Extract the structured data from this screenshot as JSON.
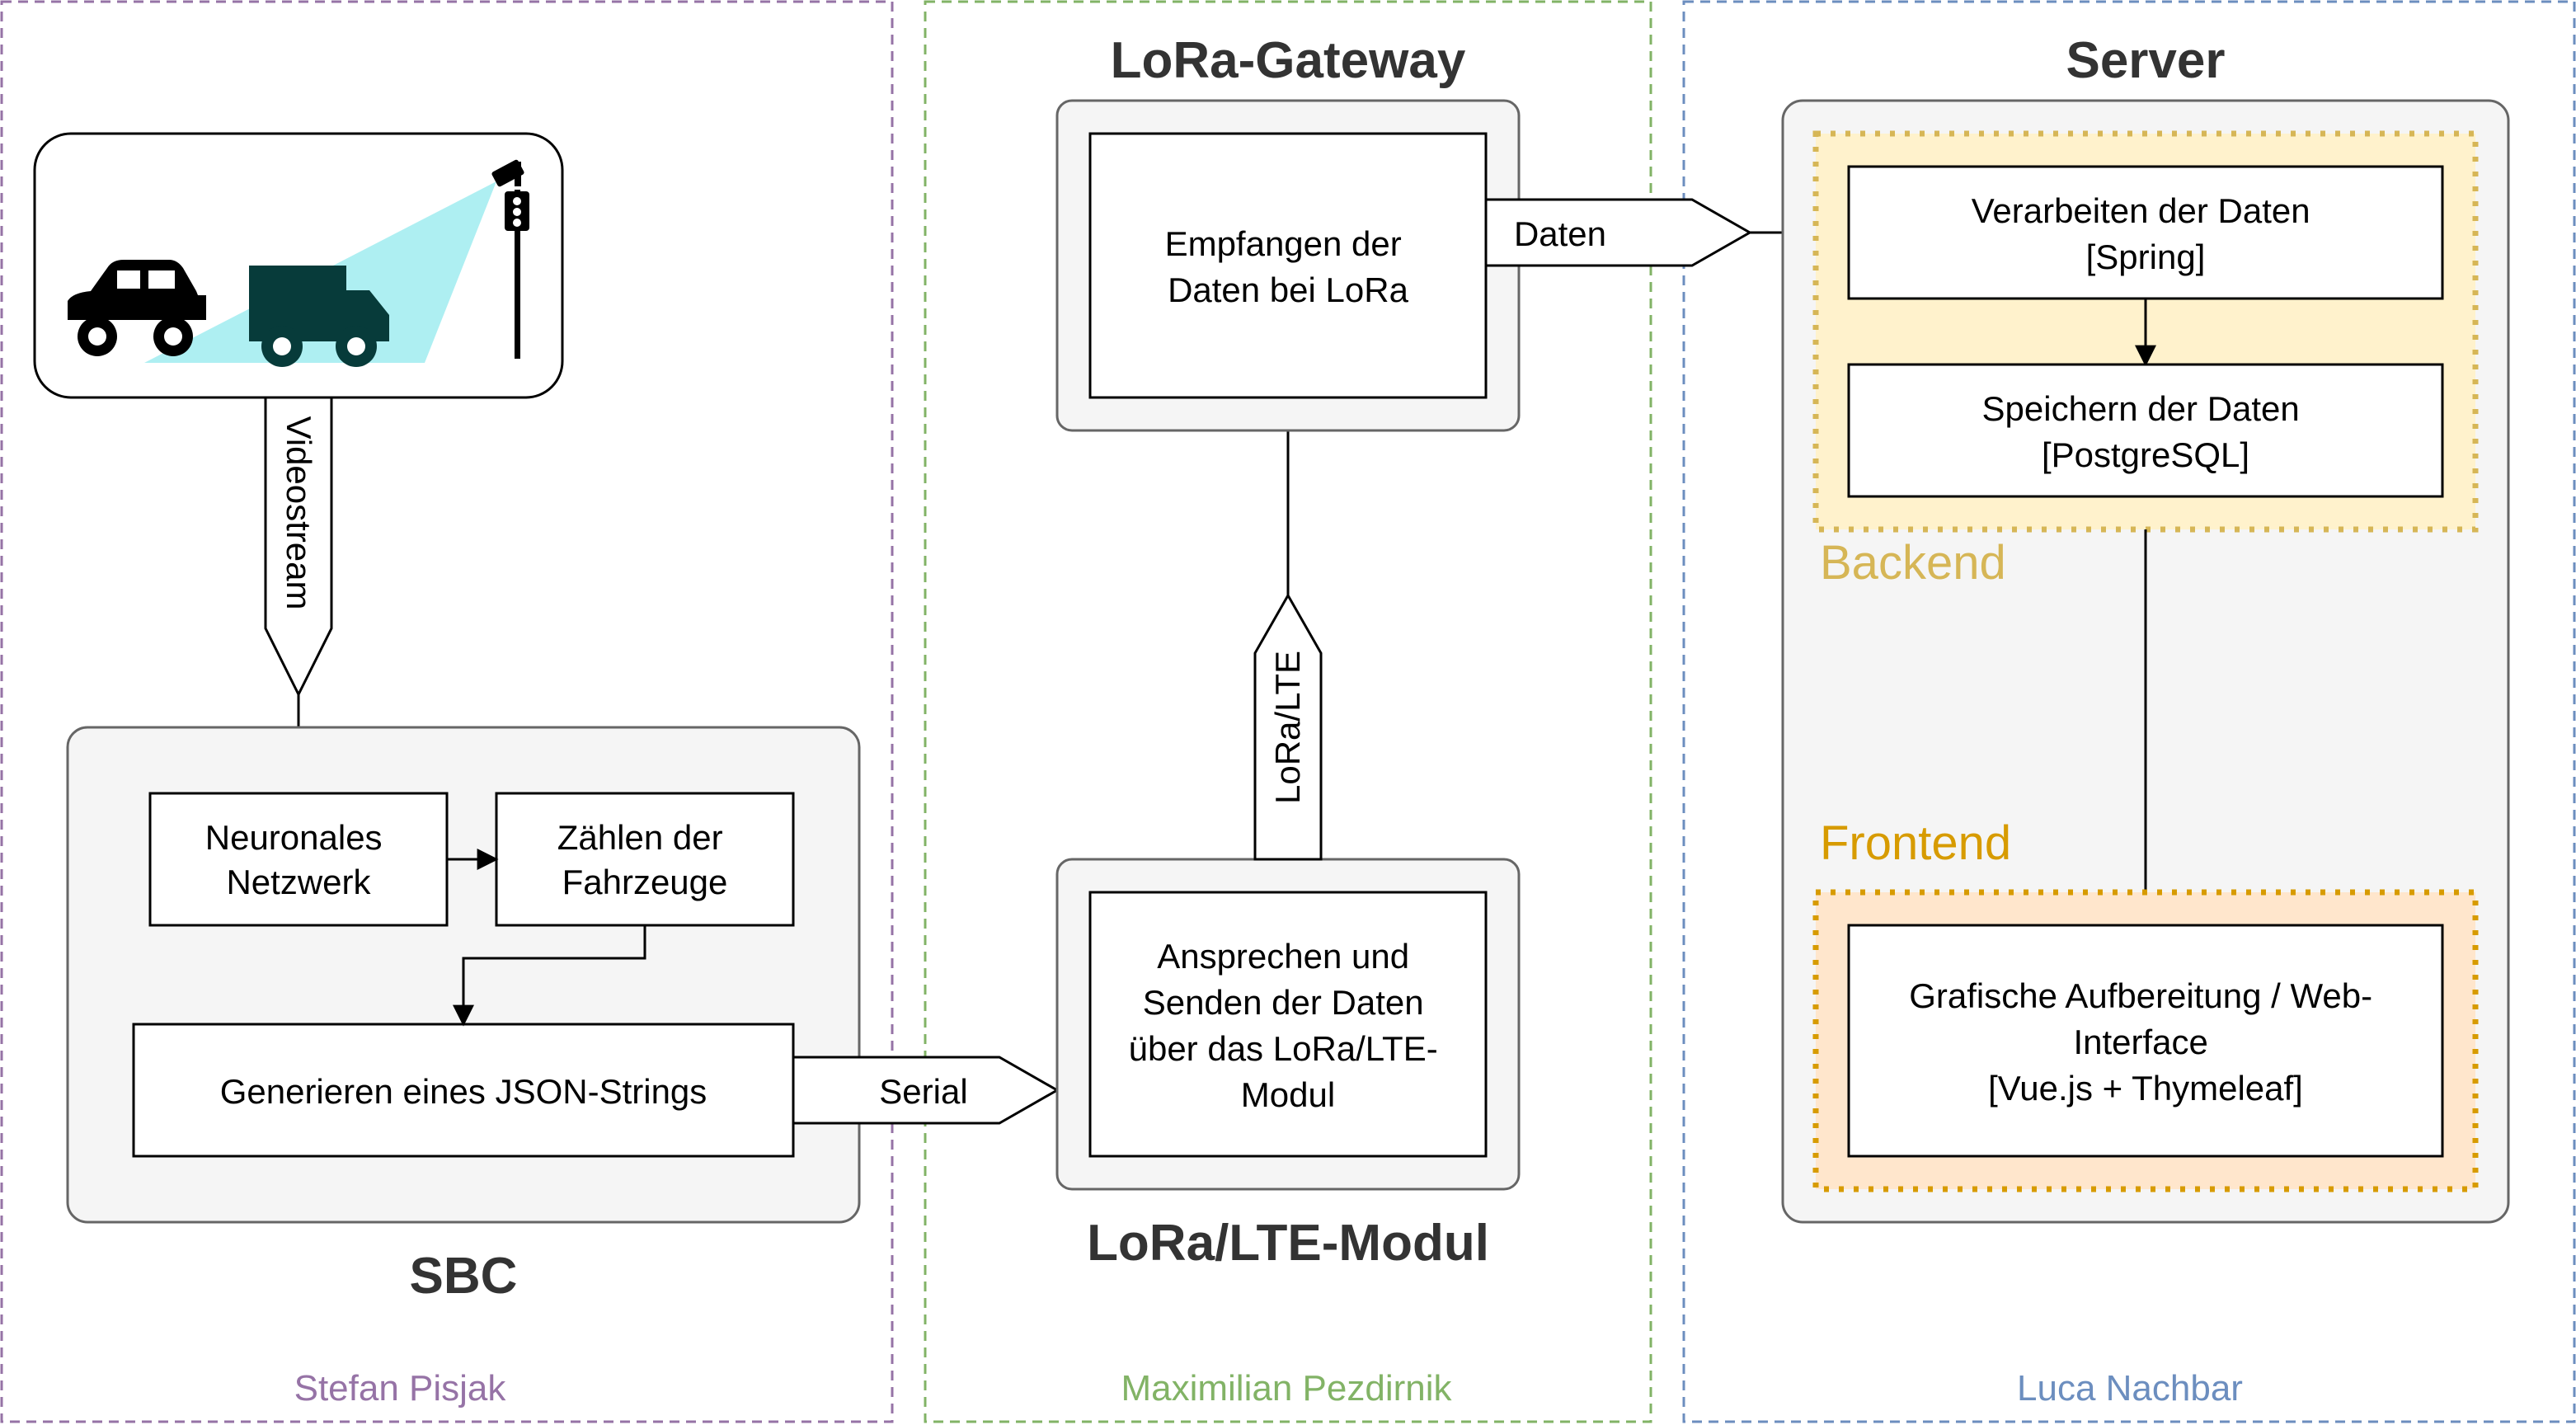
{
  "colors": {
    "lane_stefan": "#9673a6",
    "lane_maximilian": "#82b366",
    "lane_luca": "#6c8ebf",
    "backend": "#d6b656",
    "frontend": "#d79b00",
    "backend_fill": "#fff2cc",
    "frontend_fill": "#ffe6cc",
    "camera_beam": "#aeeff2"
  },
  "lanes": {
    "stefan": "Stefan Pisjak",
    "maximilian": "Maximilian Pezdirnik",
    "luca": "Luca Nachbar"
  },
  "sbc": {
    "title": "SBC",
    "camera_scene_icons": [
      "car-icon",
      "truck-icon",
      "camera-icon",
      "traffic-light-icon"
    ],
    "videostream": "Videostream",
    "neural_network": [
      "Neuronales",
      "Netzwerk"
    ],
    "count_vehicles": [
      "Zählen der",
      "Fahrzeuge"
    ],
    "generate_json": "Generieren eines JSON-Strings"
  },
  "serial": "Serial",
  "lora_module": {
    "title": "LoRa/LTE-Modul",
    "box": [
      "Ansprechen und",
      "Senden der Daten",
      "über das LoRa/LTE-",
      "Modul"
    ],
    "link": "LoRa/LTE"
  },
  "lora_gateway": {
    "title": "LoRa-Gateway",
    "box": [
      "Empfangen der",
      "Daten bei LoRa"
    ],
    "link": "Daten"
  },
  "server": {
    "title": "Server",
    "backend_label": "Backend",
    "frontend_label": "Frontend",
    "process": [
      "Verarbeiten der Daten",
      "[Spring]"
    ],
    "store": [
      "Speichern der Daten",
      "[PostgreSQL]"
    ],
    "ui": [
      "Grafische Aufbereitung / Web-",
      "Interface",
      "[Vue.js + Thymeleaf]"
    ]
  }
}
